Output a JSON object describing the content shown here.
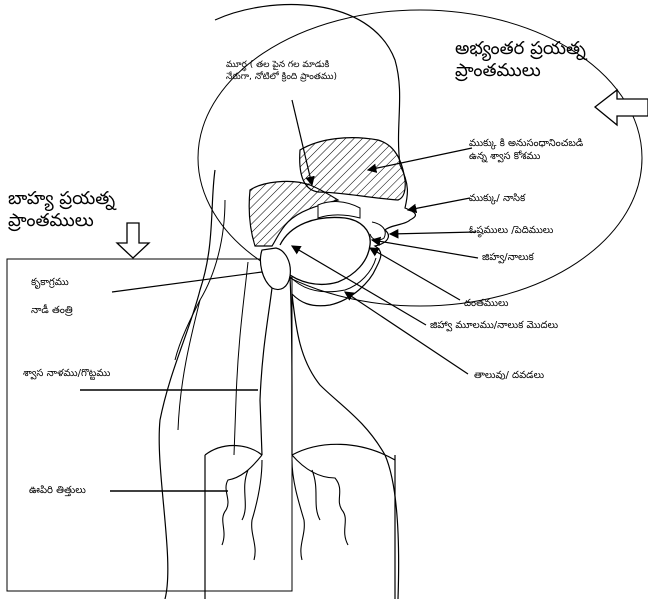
{
  "headings": {
    "internal_line1": "అభ్యంతర ప్రయత్న",
    "internal_line2": "ప్రాంతములు",
    "external_line1": "బాహ్య ప్రయత్న",
    "external_line2": "ప్రాంతములు"
  },
  "labels": {
    "murdha_line1": "మూర్ధ ( తల పైన గల మాడుకి",
    "murdha_line2": "నేరుగా, నోటిలో క్రింది ప్రాంతము)",
    "nasal_cavity_line1": "ముక్కు కి అనుసంధానించబడి",
    "nasal_cavity_line2": "ఉన్న శ్వాస కోశము",
    "nose": "ముక్కు/ నాసిక",
    "lips": "ఓష్ఠములు /పెదిములు",
    "tongue": "జిహ్వ/నాలుక",
    "teeth": "దంతములు",
    "tongue_root": "జిహ్వా మూలము/నాలుక మొదలు",
    "palate": "తాలువు/ దవడలు",
    "larynx": "కృకాగ్రము",
    "vocal_cords": "నాడీ తంత్రి",
    "trachea": "శ్వాస నాళము/గొట్టము",
    "lungs": "ఊపిరి తిత్తులు"
  },
  "colors": {
    "ink": "#000000",
    "background": "#ffffff"
  }
}
